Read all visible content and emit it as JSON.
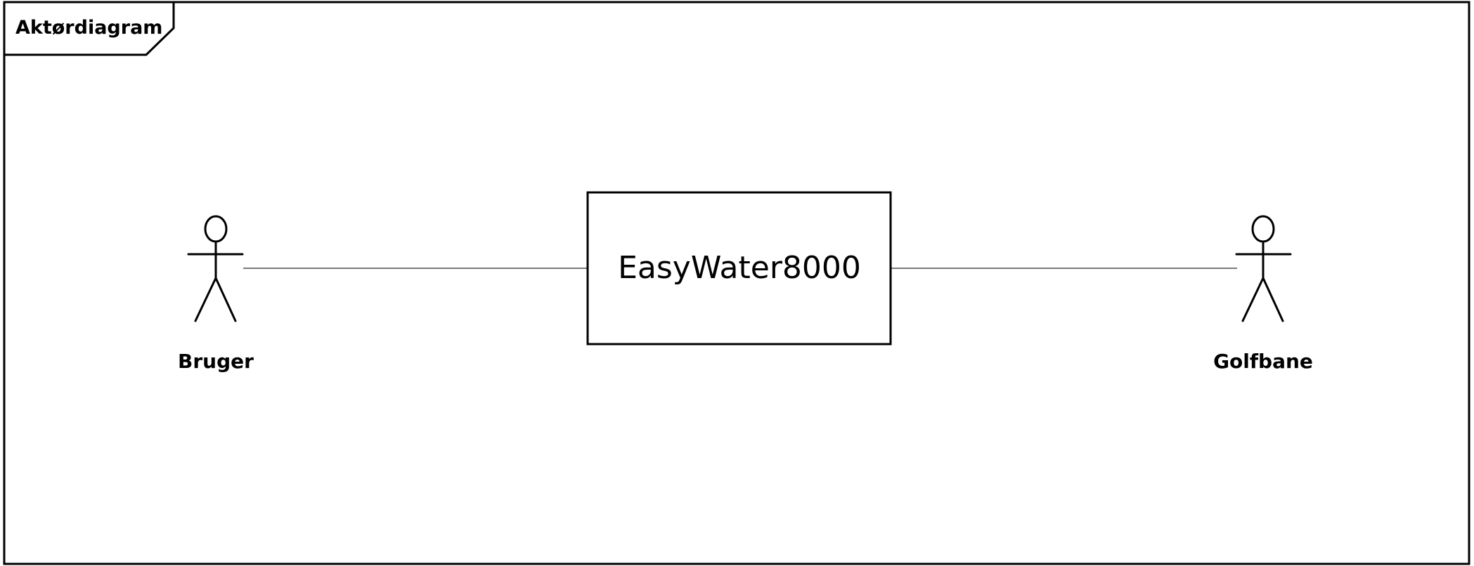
{
  "diagram": {
    "type": "UML actor diagram",
    "frame": {
      "title": "Aktørdiagram"
    },
    "system": {
      "name": "EasyWater8000"
    },
    "actors": [
      {
        "name": "Bruger",
        "icon": "stick-figure-icon"
      },
      {
        "name": "Golfbane",
        "icon": "stick-figure-icon"
      }
    ],
    "associations": [
      {
        "from": "Bruger",
        "to": "EasyWater8000"
      },
      {
        "from": "EasyWater8000",
        "to": "Golfbane"
      }
    ],
    "colors": {
      "stroke": "#000000",
      "association": "#7a7a7a",
      "background": "#ffffff"
    }
  }
}
